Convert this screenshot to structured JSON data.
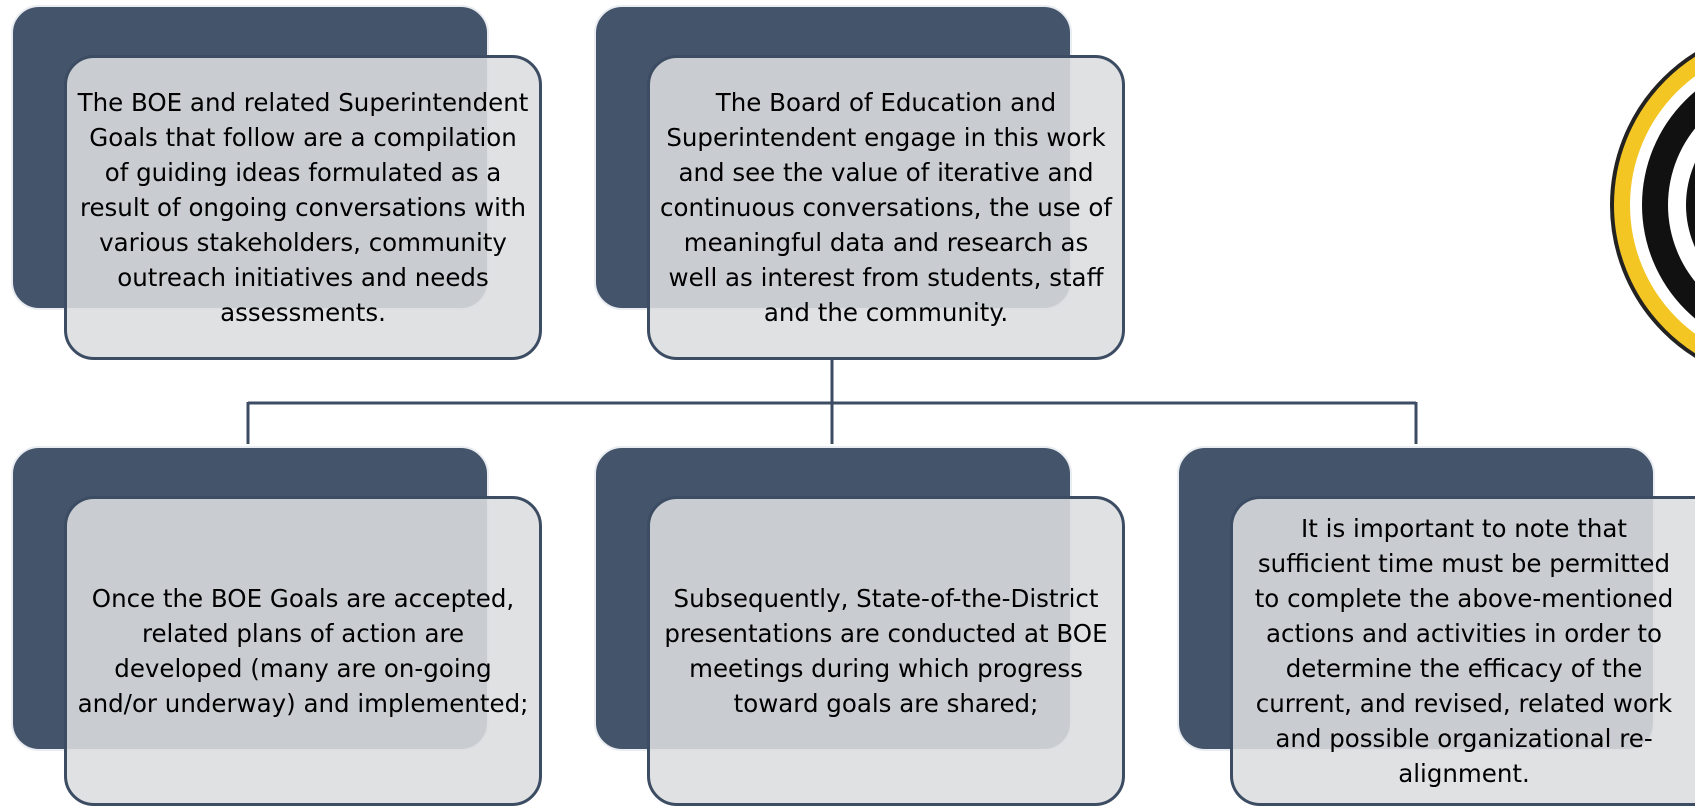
{
  "diagram": {
    "colors": {
      "back_box": "#44546a",
      "front_box": "#dcdddf",
      "border": "#3c4c63",
      "logo_ring": "#f3c623"
    },
    "top_left_text": "The BOE and related Superintendent Goals that follow are a compilation of guiding ideas formulated as a result of ongoing conversations with various stakeholders, community outreach initiatives and needs assessments.",
    "top_center_text": "The Board of Education and Superintendent engage in this work and see the value of iterative and continuous conversations, the use of meaningful data and research as well as interest from students, staff and the community.",
    "bottom_left_text": "Once the BOE Goals are accepted, related plans of action are developed (many are on-going and/or underway) and implemented;",
    "bottom_center_text": "Subsequently, State-of-the-District presentations are conducted at BOE meetings during which progress toward goals are shared;",
    "bottom_right_text": "It is important to note that sufficient time must be permitted to complete the above-mentioned actions and activities in order to determine the efficacy of the current, and revised, related work and possible organizational re-alignment."
  }
}
